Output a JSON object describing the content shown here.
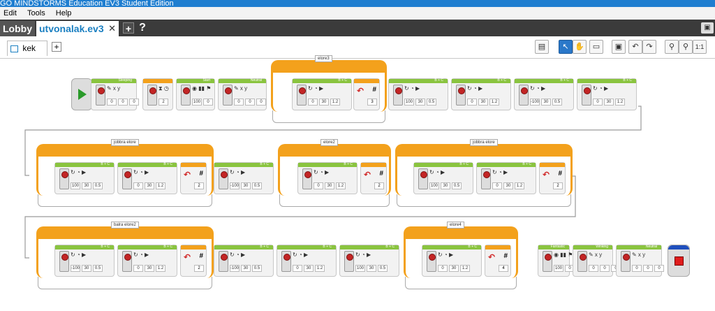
{
  "window": {
    "title": "GO MINDSTORMS Education EV3 Student Edition"
  },
  "menu": {
    "items": [
      "Edit",
      "Tools",
      "Help"
    ]
  },
  "file_tabs": {
    "lobby": "Lobby",
    "project": "utvonalak.ev3",
    "close": "✕",
    "add": "+",
    "help": "?"
  },
  "program_tabs": {
    "active": "kek",
    "close": "✕",
    "add": "+"
  },
  "toolbar": {
    "buttons": [
      "content-editor",
      "select",
      "pan",
      "comment",
      "save",
      "undo",
      "redo",
      "zoom-out",
      "zoom-in",
      "zoom-reset"
    ],
    "zoom_reset_label": "1:1"
  },
  "colors": {
    "motor": "#8ac43f",
    "display": "#8ac43f",
    "wait": "#f3a11c",
    "loop": "#f3a11c",
    "titlebar": "#1f7ed0"
  },
  "program": {
    "row1": {
      "blocks": [
        {
          "kind": "start"
        },
        {
          "kind": "display",
          "label": "Sleeping",
          "vals": [
            "0",
            "0",
            "0"
          ]
        },
        {
          "kind": "wait",
          "label": "",
          "vals": [
            "2"
          ]
        },
        {
          "kind": "sound",
          "label": "Start",
          "vals": [
            "100",
            "0"
          ]
        },
        {
          "kind": "display",
          "label": "Neutral",
          "vals": [
            "0",
            "0",
            "0"
          ]
        },
        {
          "kind": "loop",
          "name": "elore3"
        },
        {
          "kind": "steer",
          "label": "B + C",
          "vals": [
            "0",
            "30",
            "1.2"
          ]
        },
        {
          "kind": "loopend",
          "count": "3"
        },
        {
          "kind": "steer",
          "label": "B + C",
          "vals": [
            "100",
            "30",
            "0.5"
          ]
        },
        {
          "kind": "steer",
          "label": "B + C",
          "vals": [
            "0",
            "30",
            "1.2"
          ]
        },
        {
          "kind": "steer",
          "label": "B + C",
          "vals": [
            "-100",
            "30",
            "0.5"
          ]
        },
        {
          "kind": "steer",
          "label": "B + C",
          "vals": [
            "0",
            "30",
            "1.2"
          ]
        }
      ]
    },
    "row2": {
      "loops": [
        "jobbra elore",
        "elore2",
        "jobbra elore"
      ],
      "blocks": [
        {
          "kind": "steer",
          "label": "B + C",
          "vals": [
            "100",
            "30",
            "0.5"
          ]
        },
        {
          "kind": "steer",
          "label": "B + C",
          "vals": [
            "0",
            "30",
            "1.2"
          ]
        },
        {
          "kind": "loopend",
          "count": "2"
        },
        {
          "kind": "steer",
          "label": "B + C",
          "vals": [
            "-100",
            "30",
            "0.5"
          ]
        },
        {
          "kind": "steer",
          "label": "B + C",
          "vals": [
            "0",
            "30",
            "1.2"
          ]
        },
        {
          "kind": "loopend",
          "count": "2"
        },
        {
          "kind": "steer",
          "label": "B + C",
          "vals": [
            "100",
            "30",
            "0.5"
          ]
        },
        {
          "kind": "steer",
          "label": "B + C",
          "vals": [
            "0",
            "30",
            "1.2"
          ]
        },
        {
          "kind": "loopend",
          "count": "2"
        }
      ]
    },
    "row3": {
      "loops": [
        "balra elore2",
        "elore4"
      ],
      "blocks": [
        {
          "kind": "steer",
          "label": "B + C",
          "vals": [
            "-100",
            "30",
            "0.5"
          ]
        },
        {
          "kind": "steer",
          "label": "B + C",
          "vals": [
            "0",
            "30",
            "1.2"
          ]
        },
        {
          "kind": "loopend",
          "count": "2"
        },
        {
          "kind": "steer",
          "label": "B + C",
          "vals": [
            "-100",
            "30",
            "0.5"
          ]
        },
        {
          "kind": "steer",
          "label": "B + C",
          "vals": [
            "0",
            "30",
            "1.2"
          ]
        },
        {
          "kind": "steer",
          "label": "B + C",
          "vals": [
            "100",
            "30",
            "0.5"
          ]
        },
        {
          "kind": "steer",
          "label": "B + C",
          "vals": [
            "0",
            "30",
            "1.2"
          ]
        },
        {
          "kind": "loopend",
          "count": "4"
        },
        {
          "kind": "sound",
          "label": "Fantastic",
          "vals": [
            "100",
            "0"
          ]
        },
        {
          "kind": "display",
          "label": "Winking",
          "vals": [
            "0",
            "0",
            "0"
          ]
        },
        {
          "kind": "display",
          "label": "Neutral",
          "vals": [
            "0",
            "0",
            "0"
          ]
        },
        {
          "kind": "stop"
        }
      ]
    }
  },
  "icon_glyphs": {
    "steer": "↻ ◔ ▶",
    "move": "↑ ◔ ▶",
    "display": "✎ x y",
    "sound": "◉ ▮▮ ⚑",
    "wait": "⧗ ◷"
  }
}
